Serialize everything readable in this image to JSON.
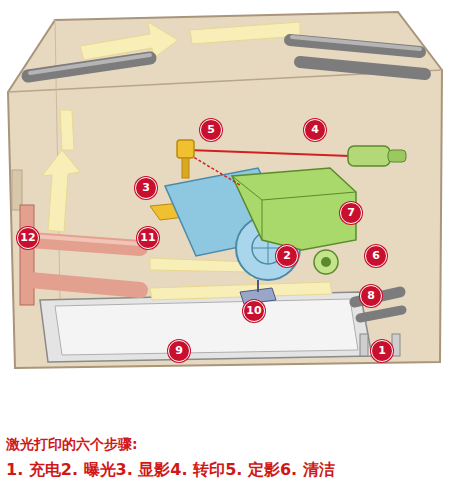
{
  "diagram": {
    "caption": "激光打印的六个步骤:",
    "labels": [
      "5",
      "4",
      "3",
      "7",
      "2",
      "6",
      "11",
      "12",
      "8",
      "10",
      "9",
      "1",
      "1. 充电2. 曝光3. 显影4. 转印5. 定影6. 清洁"
    ]
  }
}
